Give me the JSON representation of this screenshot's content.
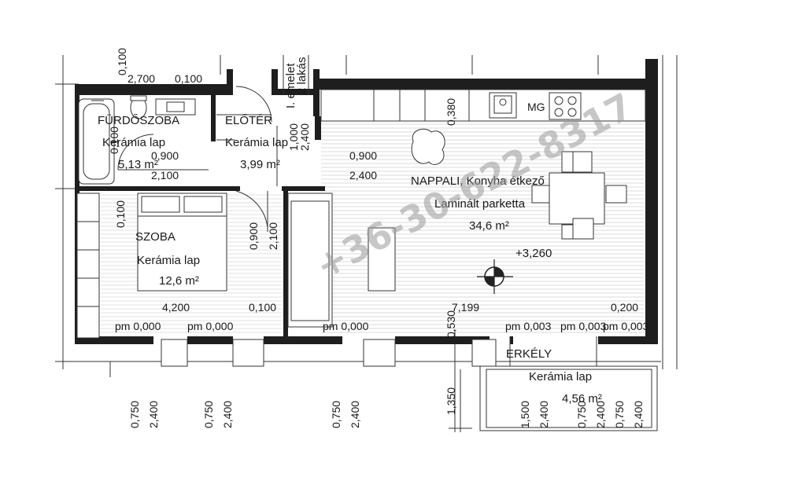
{
  "rooms": {
    "bathroom": {
      "name": "FÜRDŐSZOBA",
      "floor": "Kerámia lap",
      "area": "5,13 m²"
    },
    "hall": {
      "name": "ELŐTÉR",
      "floor": "Kerámia lap",
      "area": "3,99 m²"
    },
    "living": {
      "name": "NAPPALI, Konyha étkező",
      "floor": "Laminált parketta",
      "area": "34,6 m²"
    },
    "bedroom": {
      "name": "SZOBA",
      "floor": "Kerámia lap",
      "area": "12,6 m²"
    },
    "balcony": {
      "name": "ERKÉLY",
      "floor": "Kerámia lap",
      "area": "4,56 m²"
    }
  },
  "stair_labels": {
    "floor": "I. emelet",
    "flat": "2 lakás"
  },
  "appliance": {
    "mg": "MG"
  },
  "level": {
    "value": "+3,260"
  },
  "watermark": "+36-30-622-8317",
  "dimensions": {
    "top_bath_w": "2,700",
    "top_wall": "0,100",
    "bath_door_w": "0,900",
    "bath_door_h": "2,100",
    "hall_door_w": "1,000",
    "hall_door_h": "2,400",
    "living_door_w": "0,900",
    "living_door_h": "2,400",
    "kitchen_gap": "0,380",
    "bath_partition": "0,100",
    "bedroom_door_w": "0,900",
    "bedroom_door_h": "2,100",
    "bedroom_w": "4,200",
    "partition2": "0,100",
    "living_w": "7,199",
    "right_wall": "0,200",
    "pm_bed1": "pm 0,000",
    "pm_bed2": "pm 0,000",
    "pm_living": "pm 0,000",
    "pm_balc1": "pm 0,003",
    "pm_balc2": "pm 0,003",
    "pm_balc3": "pm 0,003",
    "balc_gap": "0,530",
    "balc_depth": "1,350",
    "win1_w": "0,750",
    "win1_h": "2,400",
    "win2_w": "0,750",
    "win2_h": "2,400",
    "win3_w": "0,750",
    "win3_h": "2,400",
    "bd_w1": "1,500",
    "bd_h1": "2,400",
    "bd_w2": "0,750",
    "bd_h2": "2,400",
    "bd_w3": "0,750",
    "bd_h3": "2,400"
  }
}
